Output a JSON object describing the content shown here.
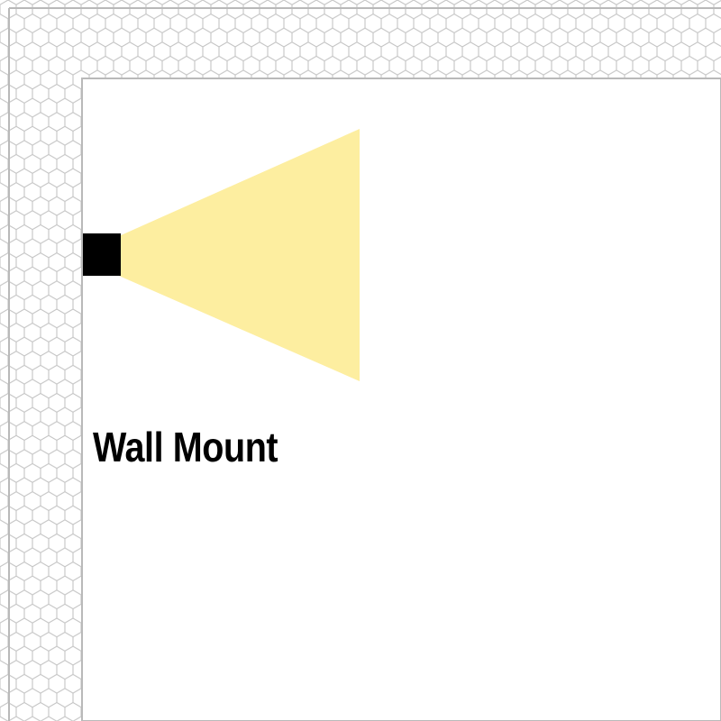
{
  "label": {
    "text": "Wall Mount"
  },
  "colors": {
    "wall_fill": "#ffffff",
    "wall_pattern_stroke": "#c4c4c4",
    "wall_border": "#b9b9b9",
    "room_fill": "#ffffff",
    "light_beam": "#fdeea0",
    "fixture": "#000000",
    "label_text": "#000000"
  },
  "icons": {
    "fixture": "wall-mounted-light-fixture",
    "beam": "light-beam-cone",
    "wall_texture": "hexagon-pattern"
  }
}
